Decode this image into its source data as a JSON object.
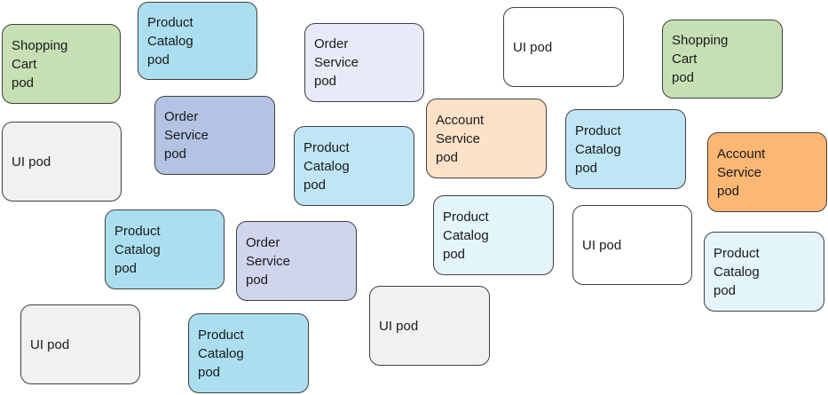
{
  "pods": [
    {
      "label": "Shopping\nCart\npod",
      "color": "#c6e0b4"
    },
    {
      "label": "Product\nCatalog\npod",
      "color": "#abdfef"
    },
    {
      "label": "Order\nService\npod",
      "color": "#e8ebf7"
    },
    {
      "label": "UI pod",
      "color": "#ffffff"
    },
    {
      "label": "Shopping\nCart\npod",
      "color": "#c6e0b4"
    },
    {
      "label": "Order\nService\npod",
      "color": "#b4c3e3"
    },
    {
      "label": "UI pod",
      "color": "#f1f1f1"
    },
    {
      "label": "Product\nCatalog\npod",
      "color": "#bfe6f4"
    },
    {
      "label": "Account\nService\npod",
      "color": "#fde2c8"
    },
    {
      "label": "Product\nCatalog\npod",
      "color": "#bfe6f4"
    },
    {
      "label": "Account\nService\npod",
      "color": "#fbb774"
    },
    {
      "label": "Product\nCatalog\npod",
      "color": "#abdfef"
    },
    {
      "label": "Order\nService\npod",
      "color": "#d0d5ec"
    },
    {
      "label": "Product\nCatalog\npod",
      "color": "#e3f4fa"
    },
    {
      "label": "UI pod",
      "color": "#ffffff"
    },
    {
      "label": "Product\nCatalog\npod",
      "color": "#e3f4fa"
    },
    {
      "label": "UI pod",
      "color": "#f1f1f1"
    },
    {
      "label": "UI pod",
      "color": "#f1f1f1"
    },
    {
      "label": "Product\nCatalog\npod",
      "color": "#abdfef"
    }
  ]
}
